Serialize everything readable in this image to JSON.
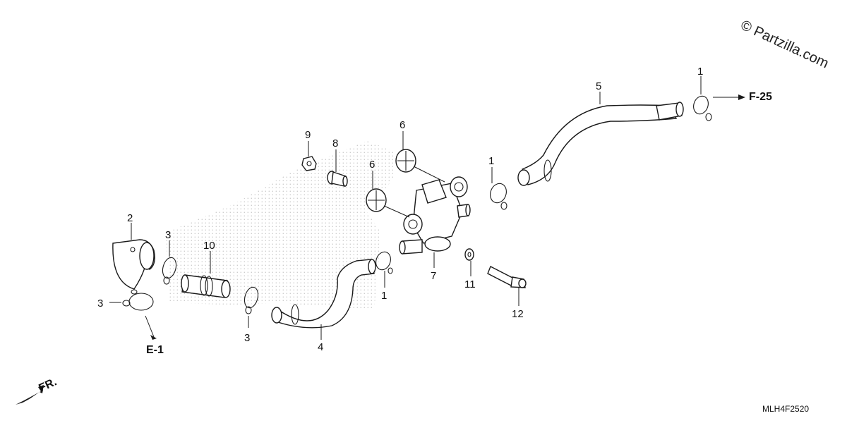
{
  "watermark": "© Partzilla.com",
  "diagram_code": "MLH4F2520",
  "references": {
    "front": "FR.",
    "e1": "E-1",
    "f25": "F-25"
  },
  "callouts": {
    "c1_a": "1",
    "c1_b": "1",
    "c1_c": "1",
    "c2": "2",
    "c3_a": "3",
    "c3_b": "3",
    "c3_c": "3",
    "c4": "4",
    "c5": "5",
    "c6_a": "6",
    "c6_b": "6",
    "c7": "7",
    "c8": "8",
    "c9": "9",
    "c10": "10",
    "c11": "11",
    "c12": "12"
  }
}
